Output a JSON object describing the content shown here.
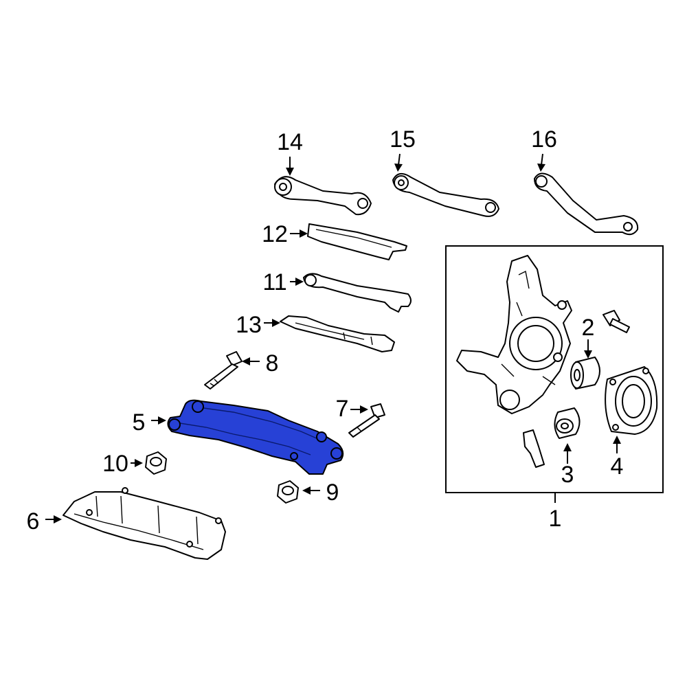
{
  "diagram": {
    "highlight_color": "#2741d6",
    "highlighted_part": "5",
    "callouts": {
      "c1": "1",
      "c2": "2",
      "c3": "3",
      "c4": "4",
      "c5": "5",
      "c6": "6",
      "c7": "7",
      "c8": "8",
      "c9": "9",
      "c10": "10",
      "c11": "11",
      "c12": "12",
      "c13": "13",
      "c14": "14",
      "c15": "15",
      "c16": "16"
    }
  }
}
